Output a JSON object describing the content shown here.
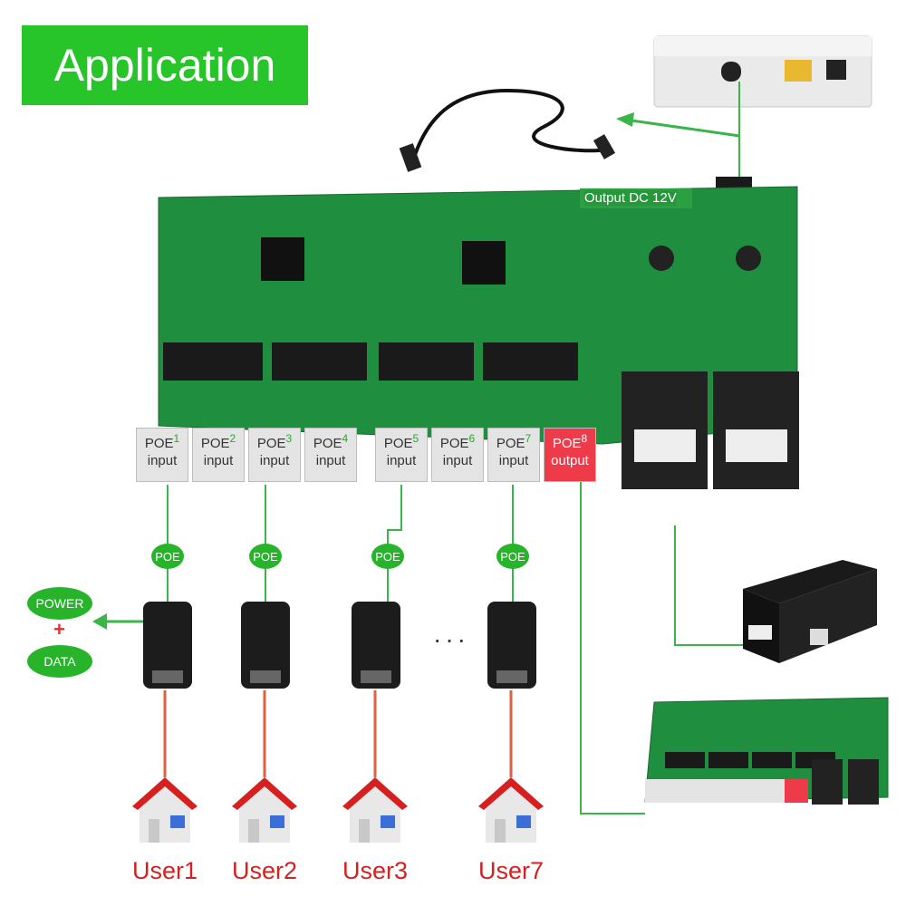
{
  "title": "Application",
  "output_dc": "Output DC 12V",
  "poe_label": "POE",
  "power_label": "POWER",
  "plus": "+",
  "data_label": "DATA",
  "dots": "···",
  "ports": [
    {
      "name": "POE",
      "num": "1",
      "sub": "input"
    },
    {
      "name": "POE",
      "num": "2",
      "sub": "input"
    },
    {
      "name": "POE",
      "num": "3",
      "sub": "input"
    },
    {
      "name": "POE",
      "num": "4",
      "sub": "input"
    },
    {
      "name": "POE",
      "num": "5",
      "sub": "input"
    },
    {
      "name": "POE",
      "num": "6",
      "sub": "input"
    },
    {
      "name": "POE",
      "num": "7",
      "sub": "input"
    },
    {
      "name": "POE",
      "num": "8",
      "sub": "output"
    }
  ],
  "users": [
    "User1",
    "User2",
    "User3",
    "User7"
  ],
  "colors": {
    "green": "#27c42a",
    "pcb": "#1f8f3f",
    "red": "#d62020",
    "wire_green": "#3ab54a",
    "wire_red": "#e06040"
  }
}
